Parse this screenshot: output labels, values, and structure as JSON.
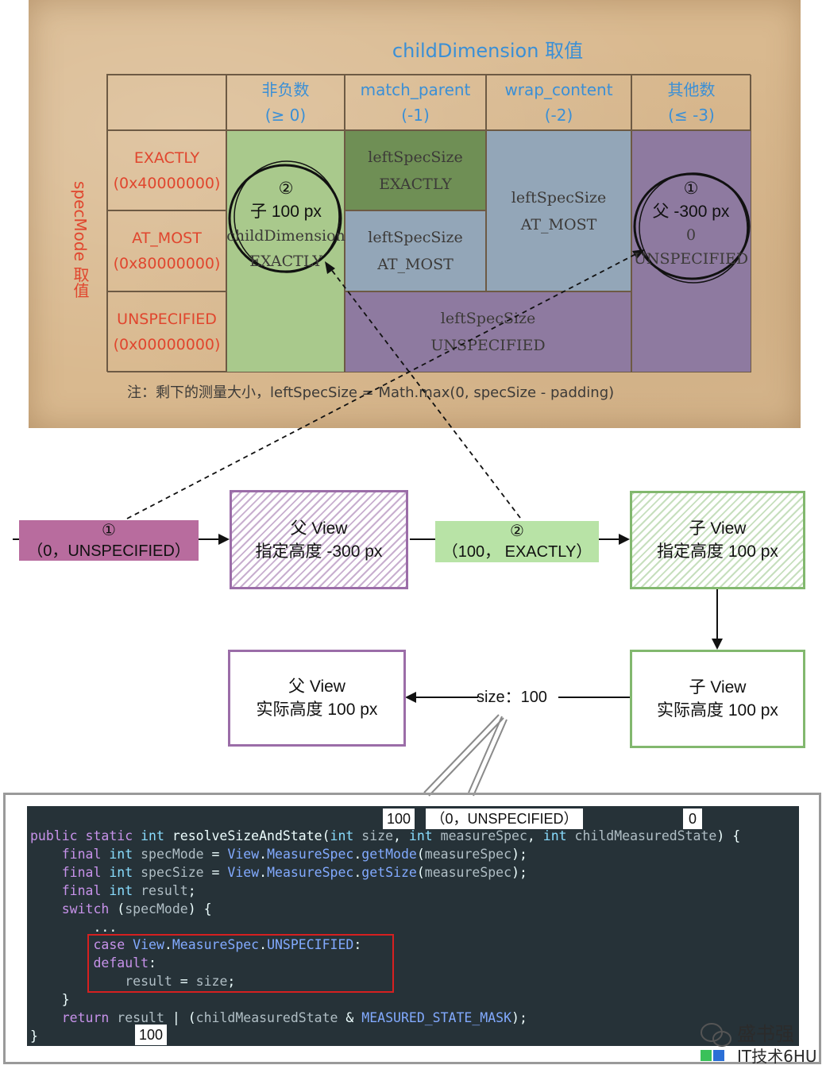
{
  "table": {
    "title": "childDimension 取值",
    "row_axis_label": "specMode 取值",
    "columns": [
      {
        "line1": "非负数",
        "line2": "(≥ 0)"
      },
      {
        "line1": "match_parent",
        "line2": "(-1)"
      },
      {
        "line1": "wrap_content",
        "line2": "(-2)"
      },
      {
        "line1": "其他数",
        "line2": "(≤ -3)"
      }
    ],
    "rows": [
      {
        "line1": "EXACTLY",
        "line2": "(0x40000000)"
      },
      {
        "line1": "AT_MOST",
        "line2": "(0x80000000)"
      },
      {
        "line1": "UNSPECIFIED",
        "line2": "(0x00000000)"
      }
    ],
    "cells": {
      "nonneg": {
        "line1": "childDimension",
        "line2": "EXACTLY"
      },
      "match_exactly": {
        "line1": "leftSpecSize",
        "line2": "EXACTLY"
      },
      "match_atmost": {
        "line1": "leftSpecSize",
        "line2": "AT_MOST"
      },
      "wrap_exact_atmost": {
        "line1": "leftSpecSize",
        "line2": "AT_MOST"
      },
      "unspecified_span": {
        "line1": "leftSpecSize",
        "line2": "UNSPECIFIED"
      },
      "other": {
        "line1": "0",
        "line2": "UNSPECIFIED"
      }
    },
    "note": "注：剩下的测量大小，leftSpecSize = Math.max(0, specSize - padding)"
  },
  "circles": {
    "child": {
      "num": "②",
      "text": "子 100 px"
    },
    "parent": {
      "num": "①",
      "text": "父 -300 px"
    }
  },
  "flow": {
    "spec1": {
      "num": "①",
      "text": "（0，UNSPECIFIED）"
    },
    "spec2": {
      "num": "②",
      "text": "（100，  EXACTLY）"
    },
    "parent_specified": {
      "line1": "父 View",
      "line2": "指定高度 -300 px"
    },
    "child_specified": {
      "line1": "子 View",
      "line2": "指定高度 100 px"
    },
    "child_actual": {
      "line1": "子 View",
      "line2": "实际高度 100 px"
    },
    "parent_actual": {
      "line1": "父 View",
      "line2": "实际高度 100 px"
    },
    "size_label": "size：100"
  },
  "code": {
    "tag_size": "100",
    "tag_spec": "（0，UNSPECIFIED）",
    "tag_state": "0",
    "tag_result": "100",
    "lines": [
      [
        [
          "kw",
          "public static "
        ],
        [
          "ty",
          "int "
        ],
        [
          "pl",
          "resolveSizeAndState("
        ],
        [
          "ty",
          "int "
        ],
        [
          "id",
          "size"
        ],
        [
          "pl",
          ", "
        ],
        [
          "ty",
          "int "
        ],
        [
          "id",
          "measureSpec"
        ],
        [
          "pl",
          ", "
        ],
        [
          "ty",
          "int "
        ],
        [
          "id",
          "childMeasuredState"
        ],
        [
          "pl",
          ") {"
        ]
      ],
      [
        [
          "pl",
          "    "
        ],
        [
          "kw",
          "final "
        ],
        [
          "ty",
          "int "
        ],
        [
          "id",
          "specMode "
        ],
        [
          "pl",
          "= "
        ],
        [
          "fn",
          "View"
        ],
        [
          "pl",
          "."
        ],
        [
          "fn",
          "MeasureSpec"
        ],
        [
          "pl",
          "."
        ],
        [
          "fn",
          "getMode"
        ],
        [
          "pl",
          "("
        ],
        [
          "id",
          "measureSpec"
        ],
        [
          "pl",
          ");"
        ]
      ],
      [
        [
          "pl",
          "    "
        ],
        [
          "kw",
          "final "
        ],
        [
          "ty",
          "int "
        ],
        [
          "id",
          "specSize "
        ],
        [
          "pl",
          "= "
        ],
        [
          "fn",
          "View"
        ],
        [
          "pl",
          "."
        ],
        [
          "fn",
          "MeasureSpec"
        ],
        [
          "pl",
          "."
        ],
        [
          "fn",
          "getSize"
        ],
        [
          "pl",
          "("
        ],
        [
          "id",
          "measureSpec"
        ],
        [
          "pl",
          ");"
        ]
      ],
      [
        [
          "pl",
          "    "
        ],
        [
          "kw",
          "final "
        ],
        [
          "ty",
          "int "
        ],
        [
          "id",
          "result"
        ],
        [
          "pl",
          ";"
        ]
      ],
      [
        [
          "pl",
          "    "
        ],
        [
          "kw",
          "switch "
        ],
        [
          "pl",
          "("
        ],
        [
          "id",
          "specMode"
        ],
        [
          "pl",
          ") {"
        ]
      ],
      [
        [
          "pl",
          "        ..."
        ]
      ],
      [
        [
          "pl",
          "        "
        ],
        [
          "kw",
          "case "
        ],
        [
          "fn",
          "View"
        ],
        [
          "pl",
          "."
        ],
        [
          "fn",
          "MeasureSpec"
        ],
        [
          "pl",
          "."
        ],
        [
          "fn",
          "UNSPECIFIED"
        ],
        [
          "pl",
          ":"
        ]
      ],
      [
        [
          "pl",
          "        "
        ],
        [
          "kw",
          "default"
        ],
        [
          "pl",
          ":"
        ]
      ],
      [
        [
          "pl",
          "            "
        ],
        [
          "id",
          "result "
        ],
        [
          "pl",
          "= "
        ],
        [
          "id",
          "size"
        ],
        [
          "pl",
          ";"
        ]
      ],
      [
        [
          "pl",
          "    }"
        ]
      ],
      [
        [
          "pl",
          "    "
        ],
        [
          "kw",
          "return "
        ],
        [
          "id",
          "result "
        ],
        [
          "pl",
          "| ("
        ],
        [
          "id",
          "childMeasuredState "
        ],
        [
          "pl",
          "& "
        ],
        [
          "fn",
          "MEASURED_STATE_MASK"
        ],
        [
          "pl",
          ");"
        ]
      ],
      [
        [
          "pl",
          "}"
        ]
      ]
    ]
  },
  "watermark": {
    "name": "盛书强",
    "sub": "IT技术6HU"
  },
  "colors": {
    "card": "#d9b98f",
    "header_text": "#3a8fd6",
    "row_label_text": "#e0462e",
    "green_light": "#a9c98c",
    "green_dark": "#6f8f55",
    "blue_gray": "#93a6b8",
    "purple": "#8e7aa0",
    "spec1_box": "#b86c9e",
    "spec2_box": "#b8e3a6",
    "code_bg": "#263238",
    "highlight": "#d62020"
  }
}
